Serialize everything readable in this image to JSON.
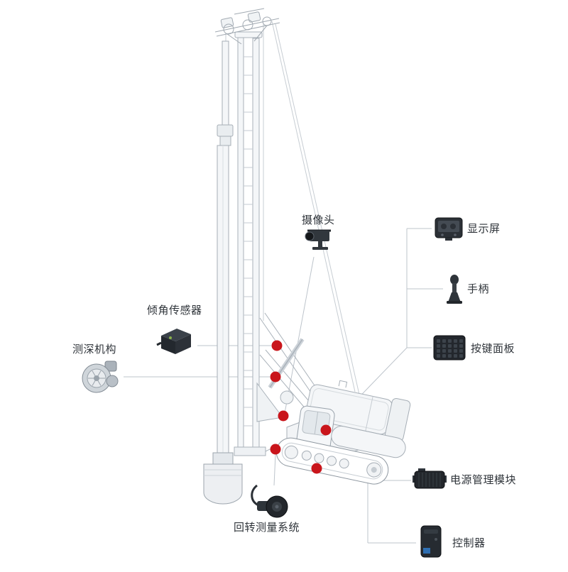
{
  "diagram": {
    "machine": "rotary-drilling-rig-line-art",
    "background_color": "#ffffff",
    "marker_color": "#c9151b",
    "connector_color": "#bdc4cb",
    "labels": {
      "camera": {
        "text": "摄像头",
        "icon": "camera-icon"
      },
      "display": {
        "text": "显示屏",
        "icon": "display-icon"
      },
      "joystick": {
        "text": "手柄",
        "icon": "joystick-icon"
      },
      "keypad": {
        "text": "按键面板",
        "icon": "keypad-icon"
      },
      "tilt_sensor": {
        "text": "倾角传感器",
        "icon": "tilt-sensor-icon"
      },
      "depth_mechanism": {
        "text": "测深机构",
        "icon": "depth-mechanism-icon"
      },
      "rotary_system": {
        "text": "回转测量系统",
        "icon": "rotary-encoder-icon"
      },
      "power_module": {
        "text": "电源管理模块",
        "icon": "power-module-icon"
      },
      "controller": {
        "text": "控制器",
        "icon": "controller-icon"
      }
    },
    "markers": [
      {
        "id": "marker-tilt-sensor",
        "links_to": "tilt_sensor"
      },
      {
        "id": "marker-depth-mechanism",
        "links_to": "depth_mechanism"
      },
      {
        "id": "marker-camera",
        "links_to": "camera"
      },
      {
        "id": "marker-rotary-system",
        "links_to": "rotary_system"
      },
      {
        "id": "marker-cab-controls",
        "links_to": "display, joystick, keypad"
      },
      {
        "id": "marker-power-controller",
        "links_to": "power_module, controller"
      }
    ]
  }
}
